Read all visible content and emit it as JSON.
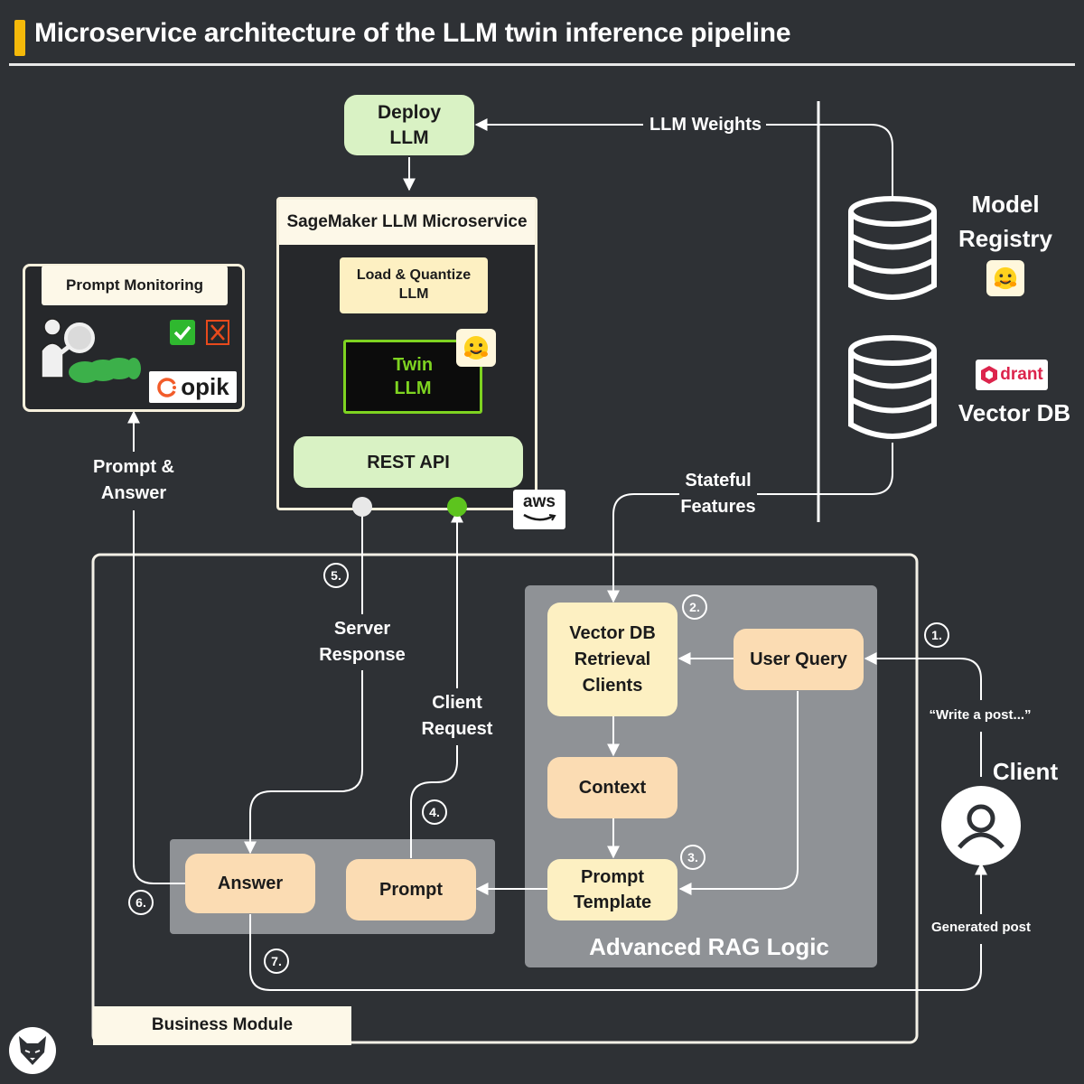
{
  "title": "Microservice architecture of the LLM twin inference pipeline",
  "deploy": "Deploy LLM",
  "llm_weights": "LLM Weights",
  "sagemaker": {
    "title": "SageMaker LLM Microservice",
    "load_quantize": "Load & Quantize LLM",
    "twin_llm": "Twin LLM",
    "rest_api": "REST API",
    "aws": "aws"
  },
  "monitoring": {
    "title": "Prompt Monitoring",
    "opik": "opik"
  },
  "model_registry": "Model Registry",
  "vector_db": "Vector DB",
  "qdrant": "drant",
  "stateful_features": "Stateful Features",
  "prompt_answer": "Prompt & Answer",
  "server_response": "Server Response",
  "client_request": "Client Request",
  "rag": {
    "title": "Advanced RAG Logic",
    "retrieval": "Vector DB Retrieval Clients",
    "user_query": "User Query",
    "context": "Context",
    "prompt_template": "Prompt Template"
  },
  "answer": "Answer",
  "prompt": "Prompt",
  "business_module": "Business Module",
  "client": "Client",
  "write_post": "“Write a post...”",
  "generated_post": "Generated post",
  "steps": [
    "1.",
    "2.",
    "3.",
    "4.",
    "5.",
    "6.",
    "7."
  ],
  "colors": {
    "background": "#2e3135",
    "accent": "#f5b90a",
    "green_box": "#d9f2c4",
    "yellow_box": "#fdf0c2",
    "peach_box": "#fbdcb3",
    "twin_llm_text": "#7ed321"
  }
}
